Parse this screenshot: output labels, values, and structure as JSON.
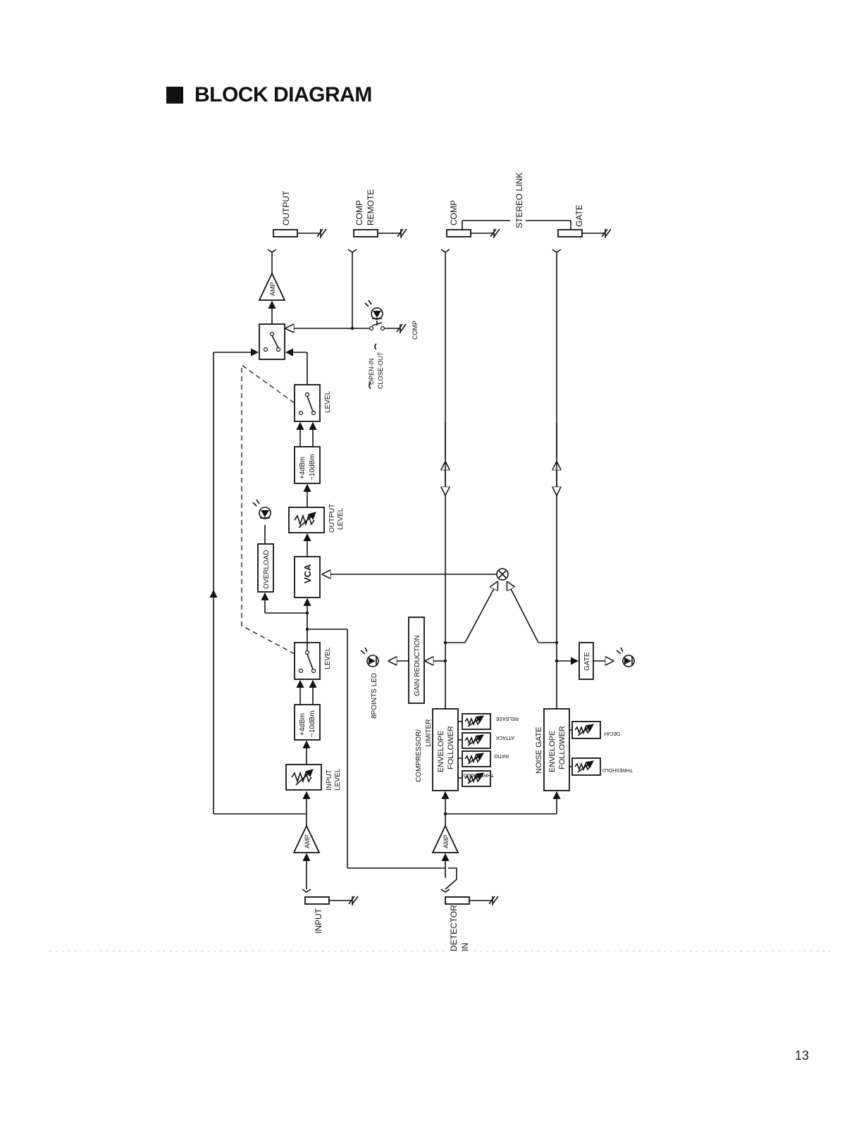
{
  "title": "BLOCK DIAGRAM",
  "page_number": "13",
  "labels": {
    "input": "INPUT",
    "detector_in_1": "DETECTOR",
    "detector_in_2": "IN",
    "output": "OUTPUT",
    "comp_remote_1": "COMP",
    "comp_remote_2": "REMOTE",
    "comp_jack": "COMP",
    "gate_jack": "GATE",
    "stereo_link": "STEREO LINK",
    "amp": "AMP",
    "input_level_1": "INPUT",
    "input_level_2": "LEVEL",
    "plus4": "+4dBm",
    "minus10": "−10dBm",
    "level": "LEVEL",
    "overload": "OVERLOAD",
    "vca": "VCA",
    "output_level_1": "OUTPUT",
    "output_level_2": "LEVEL",
    "open_in": "OPEN-IN",
    "close_out": "CLOSE-OUT",
    "comp_sw": "COMP",
    "gain_reduction": "GAIN REDUCTION",
    "led_8points": "8POINTS LED",
    "comp_limiter_1": "COMPRESSOR/",
    "comp_limiter_2": "LIMITER",
    "envelope": "ENVELOPE",
    "follower": "FOLLOWER",
    "noise_gate": "NOISE GATE",
    "gate_box": "GATE",
    "release": "RELEASE",
    "attack": "ATTACK",
    "ratio": "RATIO",
    "threshold": "THRESHOLD",
    "decay": "DECAY"
  },
  "colors": {
    "ink": "#111111",
    "paper": "#ffffff"
  }
}
